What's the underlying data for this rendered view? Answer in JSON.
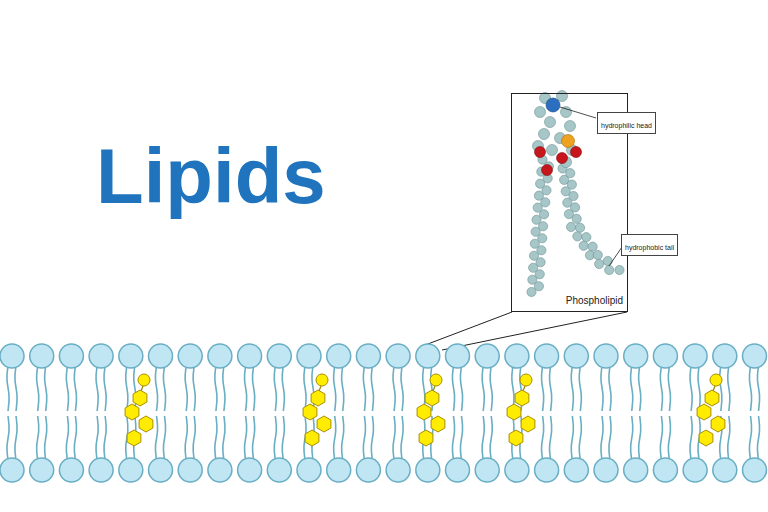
{
  "diagram": {
    "title": "Lipids",
    "nodes": [
      {
        "text": [
          "Phospholipid"
        ]
      },
      {
        "text": [
          "hydrophilic head"
        ]
      },
      {
        "text": [
          "hydrophobic tail"
        ]
      }
    ]
  }
}
